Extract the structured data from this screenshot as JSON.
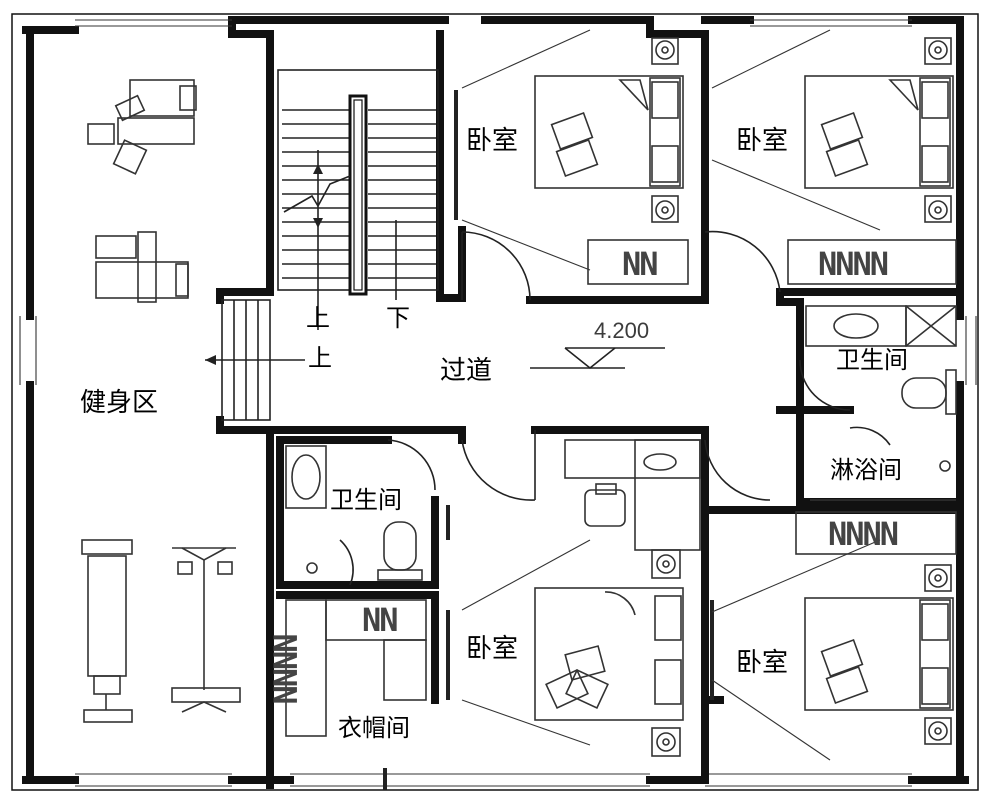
{
  "rooms": {
    "gym": "健身区",
    "bedroom_top_left": "卧室",
    "bedroom_top_right": "卧室",
    "bedroom_bottom_mid": "卧室",
    "bedroom_bottom_right": "卧室",
    "corridor": "过道",
    "bathroom_right": "卫生间",
    "shower_room": "淋浴间",
    "bathroom_left": "卫生间",
    "cloakroom": "衣帽间"
  },
  "stairs": {
    "up_left": "上",
    "down": "下",
    "up_entry": "上"
  },
  "elevation": "4.200",
  "closet_markers": {
    "top_left_bedroom": "NN",
    "top_right_bedroom": "NNNN",
    "bottom_right_bedroom": "NNNN",
    "cloakroom_top": "NN",
    "cloakroom_side": "NNNN"
  },
  "colors": {
    "wall": "#111111",
    "line": "#333333",
    "background": "#ffffff"
  }
}
